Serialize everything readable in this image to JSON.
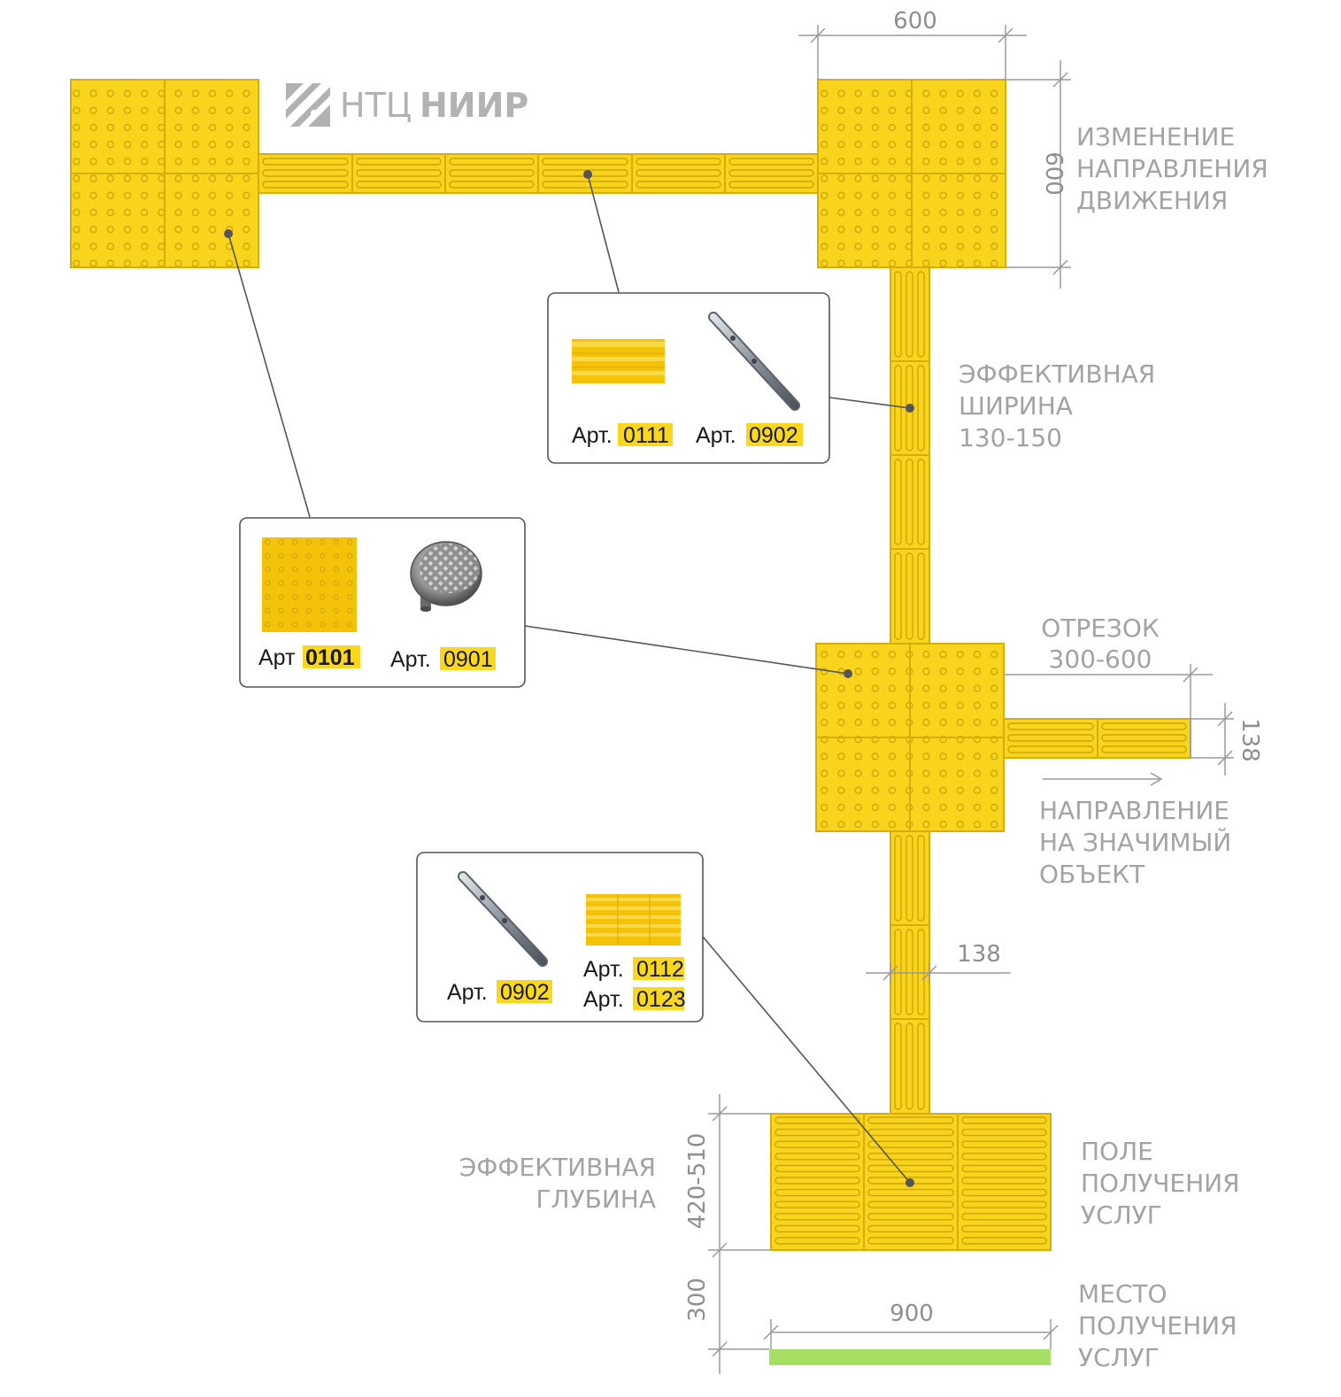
{
  "logo": {
    "prefix": "НТЦ",
    "name": "НИИР"
  },
  "labels": {
    "direction_change": [
      "ИЗМЕНЕНИЕ",
      "НАПРАВЛЕНИЯ",
      "ДВИЖЕНИЯ"
    ],
    "effective_width": [
      "ЭФФЕКТИВНАЯ",
      "ШИРИНА",
      "130-150"
    ],
    "segment": [
      "ОТРЕЗОК",
      "300-600"
    ],
    "direction_object": [
      "НАПРАВЛЕНИЕ",
      "НА ЗНАЧИМЫЙ",
      "ОБЪЕКТ"
    ],
    "effective_depth": [
      "ЭФФЕКТИВНАЯ",
      "ГЛУБИНА"
    ],
    "service_field": [
      "ПОЛЕ",
      "ПОЛУЧЕНИЯ",
      "УСЛУГ"
    ],
    "service_place": [
      "МЕСТО",
      "ПОЛУЧЕНИЯ",
      "УСЛУГ"
    ]
  },
  "dimensions": {
    "top_width": "600",
    "top_height": "600",
    "branch_height": "138",
    "path_width": "138",
    "field_depth": "420-510",
    "place_offset": "300",
    "place_width": "900"
  },
  "callouts": {
    "linear": {
      "left_prefix": "Арт.",
      "left_code": "0111",
      "right_prefix": "Арт.",
      "right_code": "0902"
    },
    "dots": {
      "left_prefix": "Арт",
      "left_code": "0101",
      "right_prefix": "Арт.",
      "right_code": "0901"
    },
    "field": {
      "left_prefix": "Арт.",
      "left_code": "0902",
      "right_prefix_1": "Арт.",
      "right_code_1": "0112",
      "right_prefix_2": "Арт.",
      "right_code_2": "0123"
    }
  },
  "colors": {
    "tile": "#f8d41c",
    "tile_edge": "#d6ad0a",
    "highlight": "#f9d71c",
    "place_bar": "#a7df62",
    "text_gray": "#a3a3a3"
  }
}
